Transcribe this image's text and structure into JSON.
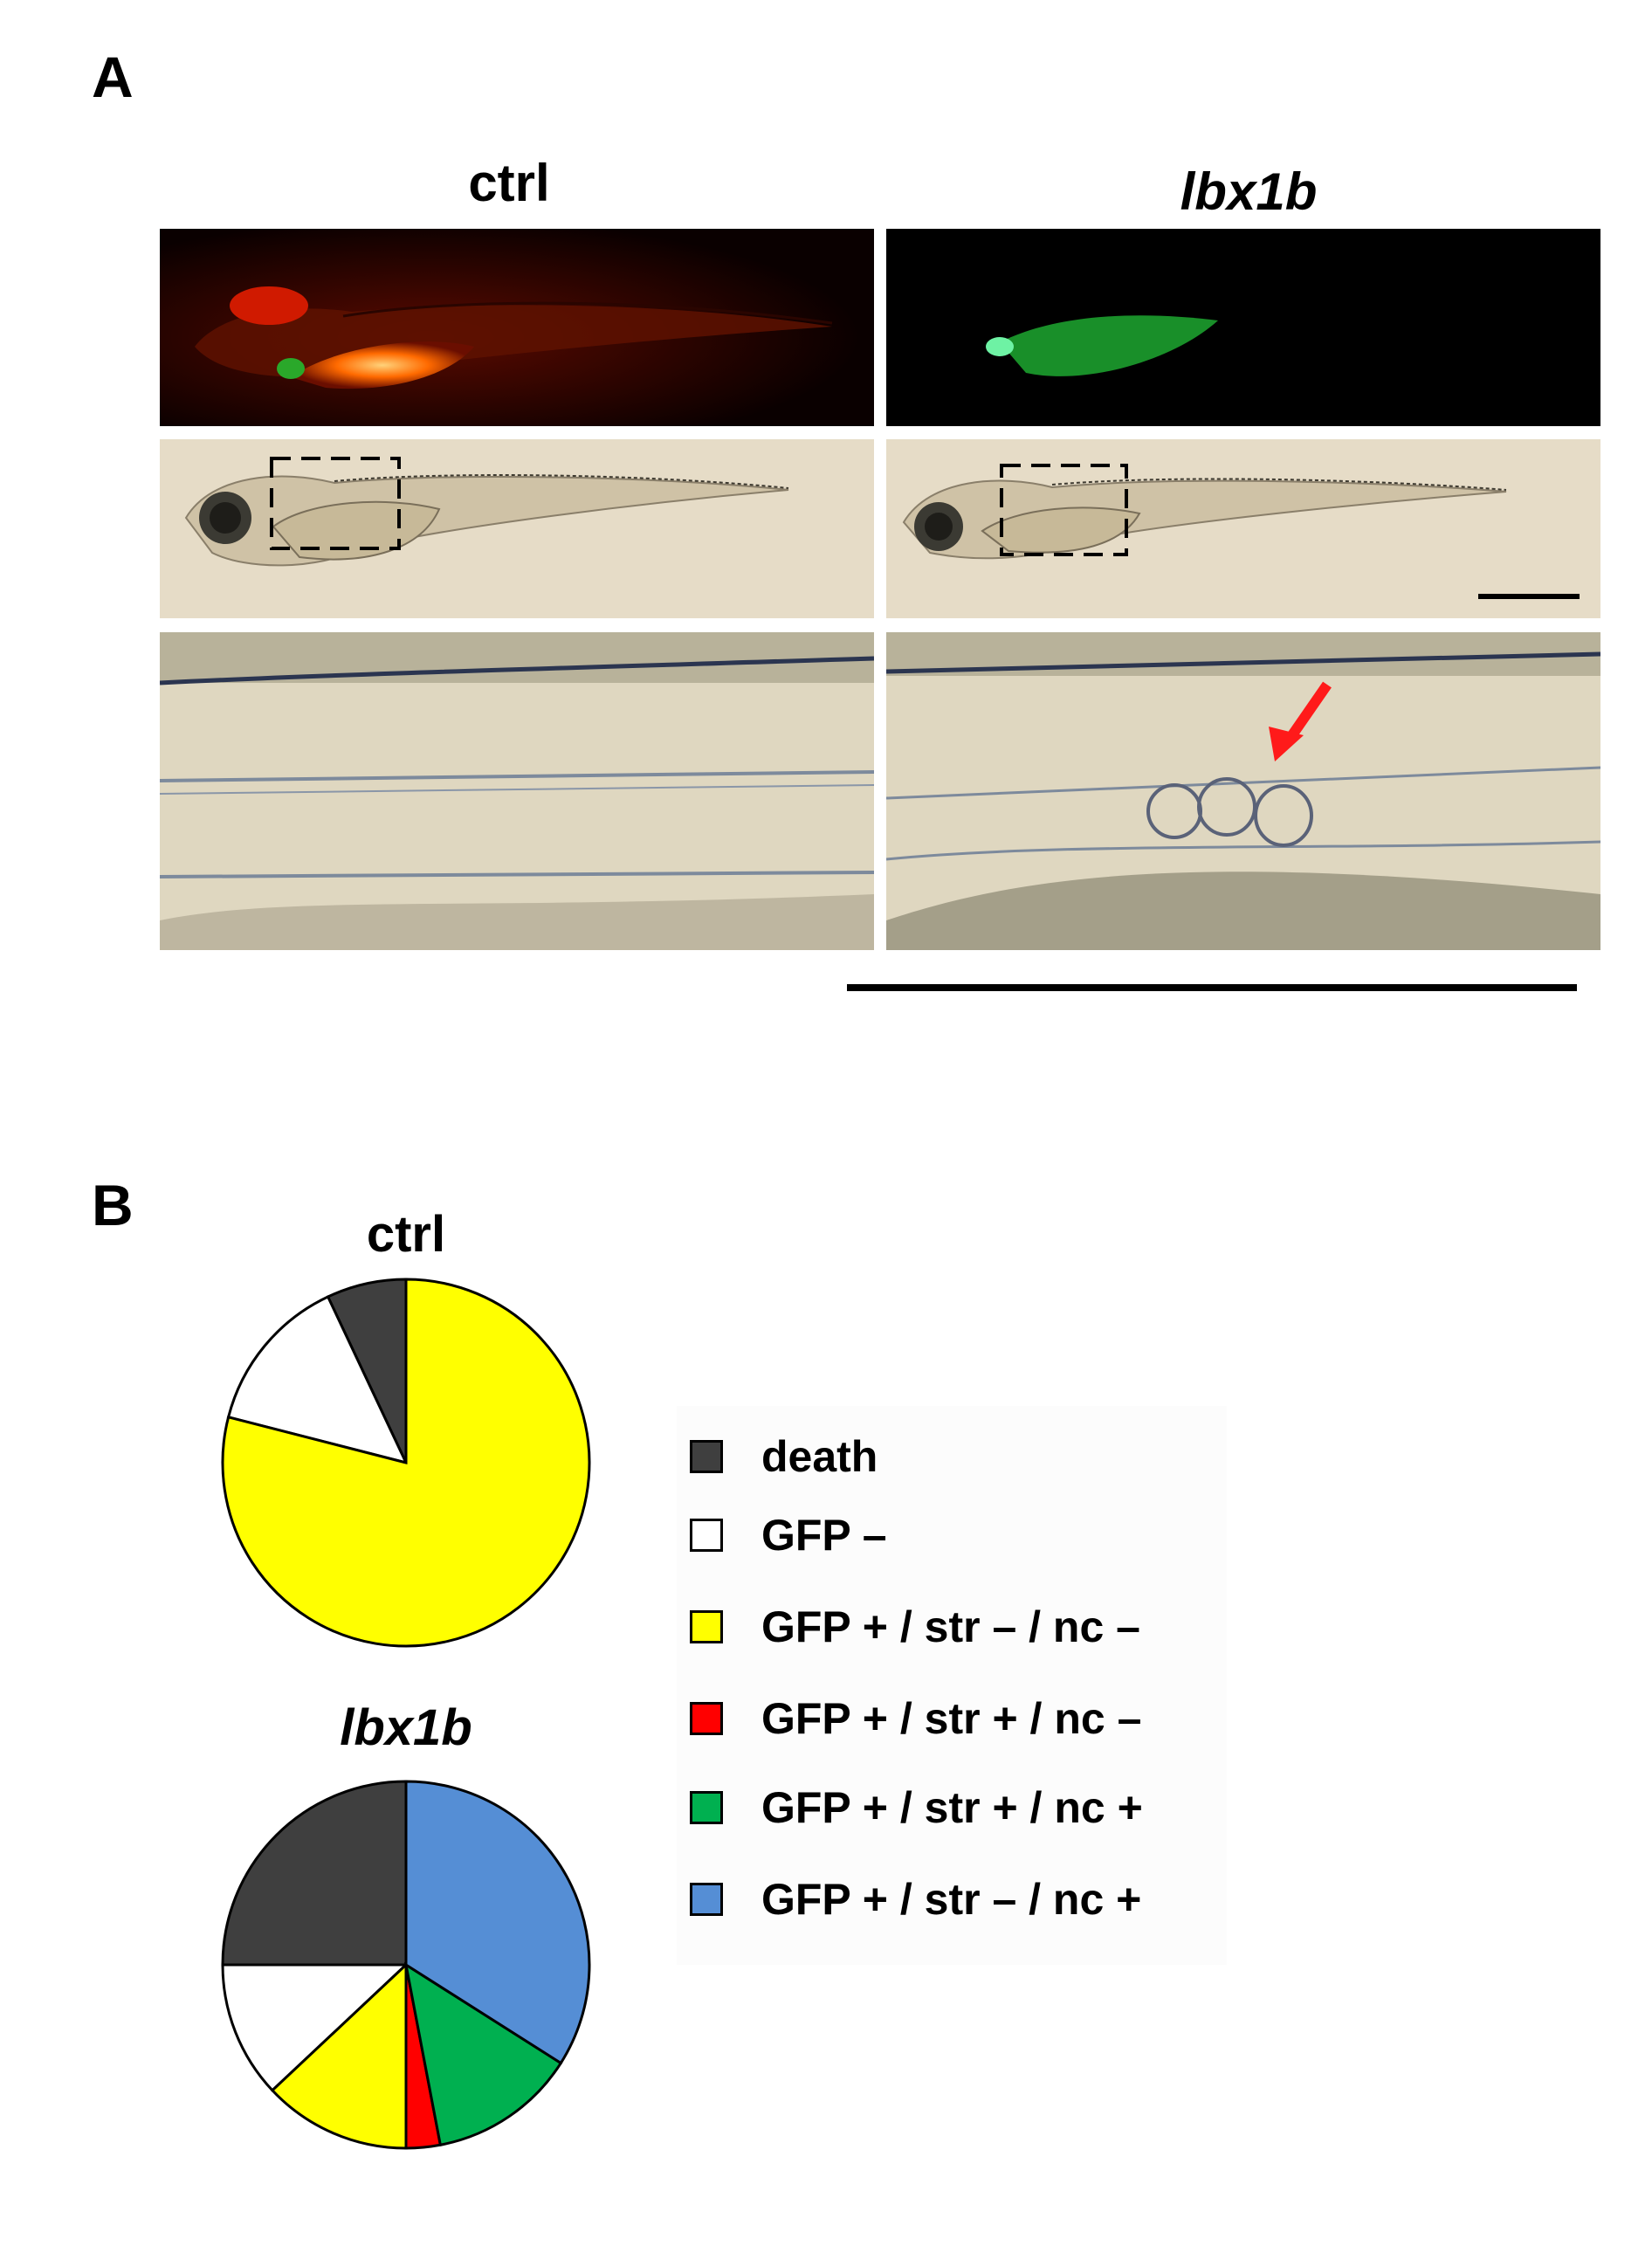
{
  "panel_a": {
    "letter": "A",
    "col_ctrl_label": "ctrl",
    "col_lbx1b_label": "lbx1b"
  },
  "panel_b": {
    "letter": "B",
    "legend": [
      {
        "label": "death",
        "color": "#3f3f3f"
      },
      {
        "label": "GFP –",
        "color": "#ffffff"
      },
      {
        "label": "GFP + / str – / nc –",
        "color": "#ffff00"
      },
      {
        "label": "GFP + / str + / nc –",
        "color": "#ff0000"
      },
      {
        "label": "GFP + / str + / nc +",
        "color": "#00b050"
      },
      {
        "label": "GFP + / str – / nc +",
        "color": "#558ed5"
      }
    ]
  },
  "chart_data": [
    {
      "type": "pie",
      "title": "ctrl",
      "categories": [
        "death",
        "GFP –",
        "GFP + / str – / nc –"
      ],
      "values": [
        7,
        14,
        79
      ],
      "colors": [
        "#3f3f3f",
        "#ffffff",
        "#ffff00"
      ]
    },
    {
      "type": "pie",
      "title": "lbx1b",
      "categories": [
        "death",
        "GFP –",
        "GFP + / str – / nc –",
        "GFP + / str + / nc –",
        "GFP + / str + / nc +",
        "GFP + / str – / nc +"
      ],
      "values": [
        25,
        12,
        13,
        3,
        13,
        34
      ],
      "colors": [
        "#3f3f3f",
        "#ffffff",
        "#ffff00",
        "#ff0000",
        "#00b050",
        "#558ed5"
      ]
    }
  ]
}
